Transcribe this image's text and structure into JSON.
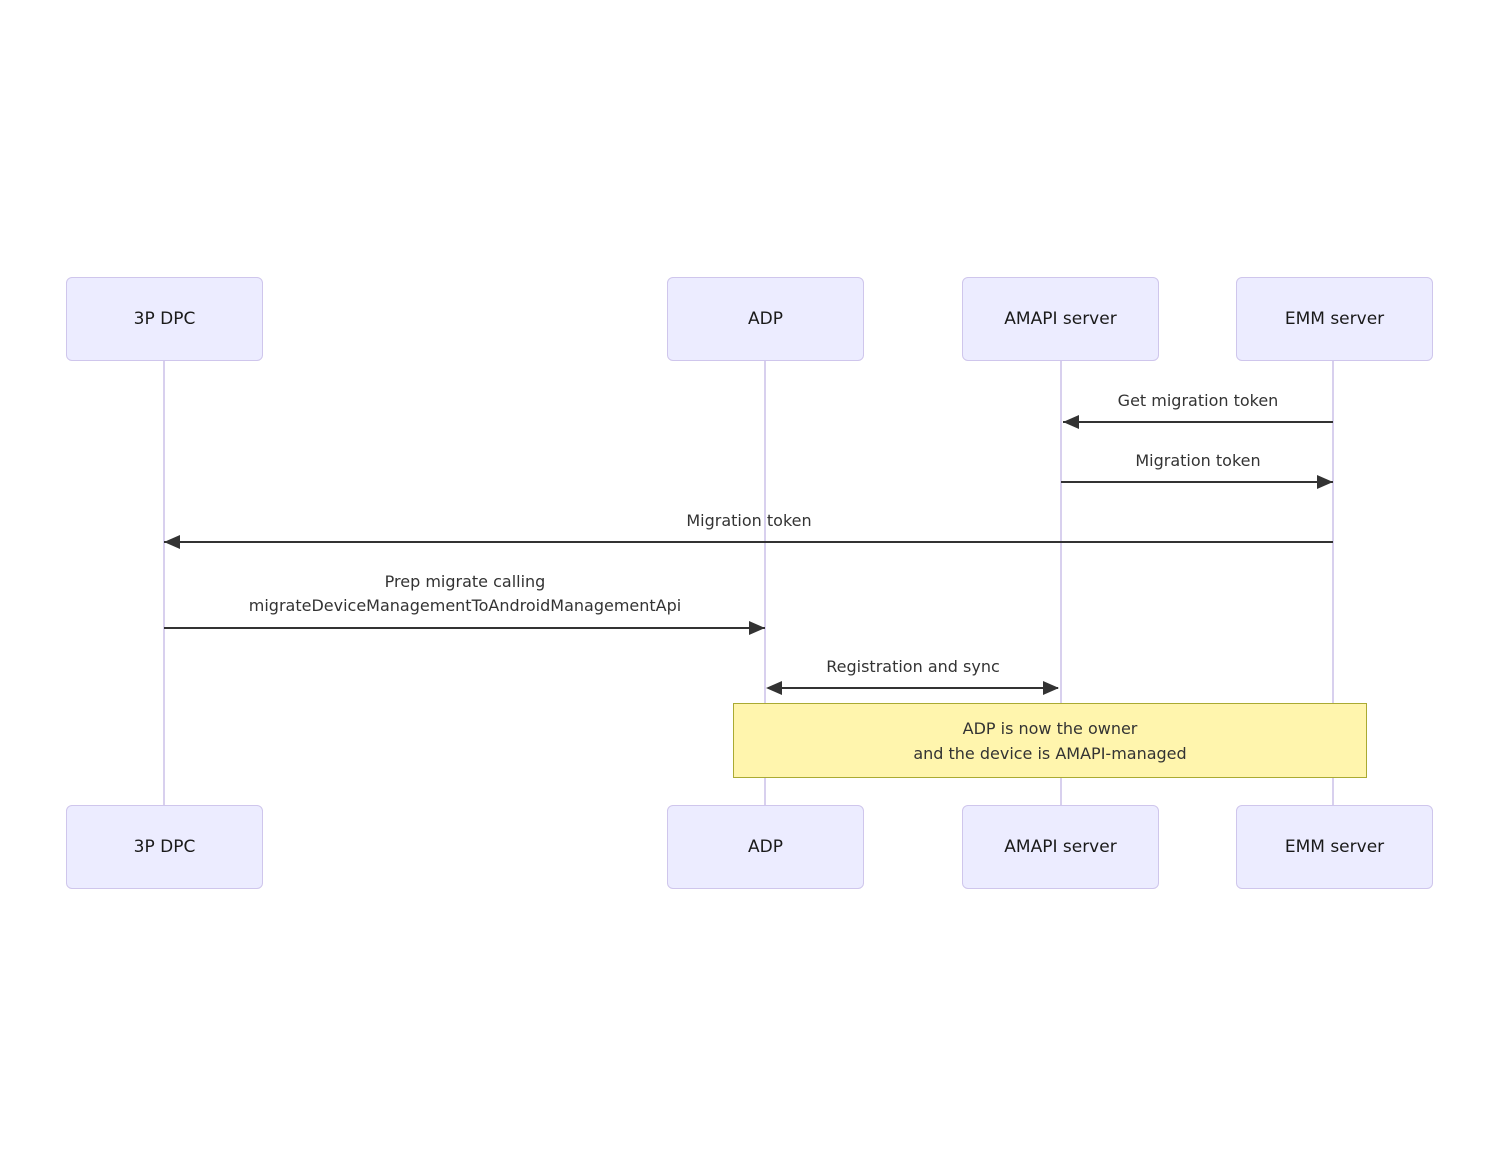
{
  "diagram": {
    "type": "sequence-diagram",
    "actors": [
      {
        "id": "3p-dpc",
        "label": "3P DPC"
      },
      {
        "id": "adp",
        "label": "ADP"
      },
      {
        "id": "amapi-server",
        "label": "AMAPI server"
      },
      {
        "id": "emm-server",
        "label": "EMM server"
      }
    ],
    "messages": [
      {
        "from": "EMM server",
        "to": "AMAPI server",
        "direction": "left",
        "label": "Get migration token"
      },
      {
        "from": "AMAPI server",
        "to": "EMM server",
        "direction": "right",
        "label": "Migration token"
      },
      {
        "from": "EMM server",
        "to": "3P DPC",
        "direction": "left",
        "label": "Migration token"
      },
      {
        "from": "3P DPC",
        "to": "ADP",
        "direction": "right",
        "line1": "Prep migrate calling",
        "line2": "migrateDeviceManagementToAndroidManagementApi"
      },
      {
        "from": "ADP",
        "to": "AMAPI server",
        "direction": "both",
        "label": "Registration and sync"
      }
    ],
    "note": {
      "span": "ADP to EMM server",
      "line1": "ADP is now the owner",
      "line2": "and the device is AMAPI-managed"
    },
    "colors": {
      "actor_fill": "#ECECFF",
      "actor_border": "#CFC6EC",
      "lifeline": "#D8D0EE",
      "arrow": "#333333",
      "message_text": "#333333",
      "note_fill": "#FFF5AD",
      "note_border": "#AAAA33"
    }
  }
}
